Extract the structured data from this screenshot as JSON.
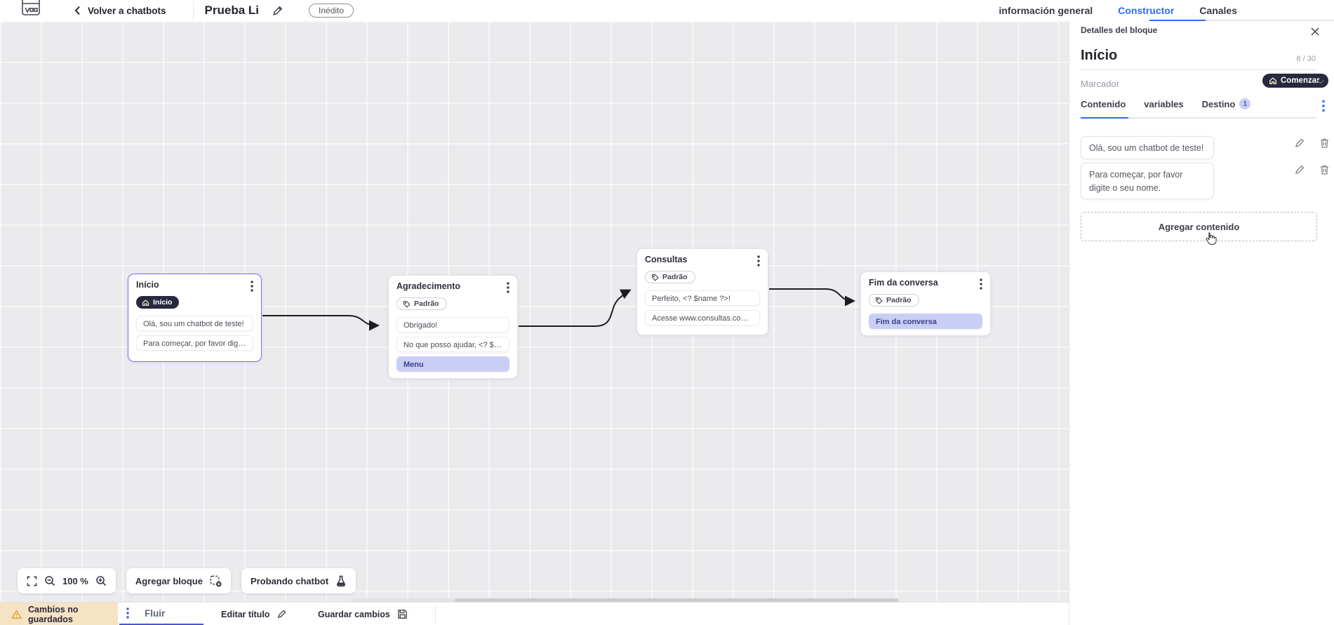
{
  "header": {
    "back_label": "Volver a chatbots",
    "title": "Prueba Li",
    "status_badge": "Inédito",
    "tabs": [
      {
        "label": "información general",
        "active": false
      },
      {
        "label": "Constructor",
        "active": true
      },
      {
        "label": "Canales",
        "active": false
      }
    ]
  },
  "panel": {
    "title": "Detalles del bloque",
    "block_name": "Início",
    "char_counter": "6 / 30",
    "marker_label": "Marcador",
    "marker_value": "Comenzar",
    "tabs": {
      "content": "Contenido",
      "variables": "variables",
      "destination": "Destino",
      "destination_count": "1"
    },
    "contents": [
      {
        "text": "Olá, sou um chatbot de teste!"
      },
      {
        "text": "Para começar, por favor digite o seu nome."
      }
    ],
    "add_content_label": "Agregar contenido"
  },
  "canvas": {
    "nodes": [
      {
        "title": "Início",
        "badge": "Início",
        "items": [
          {
            "text": "Olá, sou um chatbot de teste!"
          },
          {
            "text": "Para começar, por favor digite o ..."
          }
        ]
      },
      {
        "title": "Agradecimento",
        "badge": "Padrão",
        "items": [
          {
            "text": "Obrigado!"
          },
          {
            "text": "No que posso ajudar, <? $name ..."
          },
          {
            "text": "Menu"
          }
        ]
      },
      {
        "title": "Consultas",
        "badge": "Padrão",
        "items": [
          {
            "text": "Perfeito, <? $name ?>!"
          },
          {
            "text": "Acesse www.consultas.com par..."
          }
        ]
      },
      {
        "title": "Fim da conversa",
        "badge": "Padrão",
        "items": [
          {
            "text": "Fim da conversa"
          }
        ]
      }
    ],
    "toolbar": {
      "zoom_level": "100 %",
      "add_block_label": "Agregar bloque",
      "test_label": "Probando chatbot"
    }
  },
  "bottom_bar": {
    "unsaved_label": "Cambios no guardados",
    "flow_tab_label": "Fluir",
    "edit_title_label": "Editar título",
    "save_label": "Guardar cambios"
  },
  "colors": {
    "accent_blue": "#2e6bf5",
    "accent_indigo": "#4c56cf",
    "dark_pill": "#28283e",
    "selected_node_border": "#7d6ef2",
    "highlight_item_bg": "#c9cef5",
    "highlight_item_text": "#3b418f",
    "warning_bg": "#f6e3c4",
    "warning_icon": "#dda222",
    "canvas_bg": "#ebebee"
  }
}
